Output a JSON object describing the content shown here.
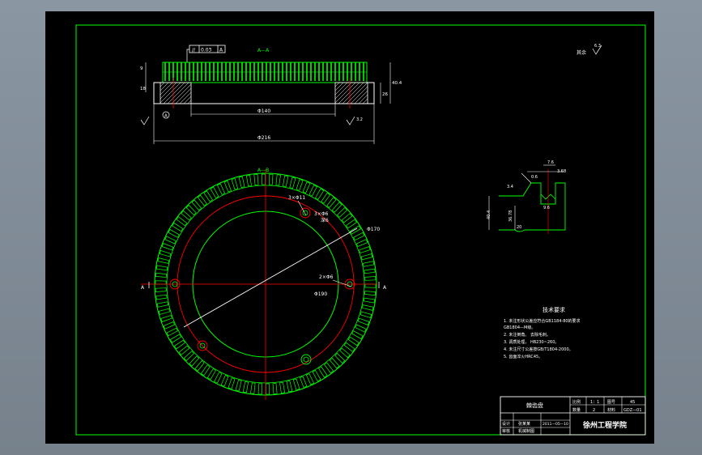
{
  "colors": {
    "background": "#000000",
    "border": "#00ff00",
    "outline": "#ffffff",
    "teeth": "#00ff00",
    "centerline": "#ff0000",
    "dimension": "#ffffff"
  },
  "section_view": {
    "section_label": "A—A",
    "tolerance_frame": [
      "//",
      "0.03",
      "A"
    ],
    "dim_inner": "Φ140",
    "dim_outer": "Φ216",
    "datum": "A",
    "dim_left_top": "9",
    "dim_left_mid": "18",
    "dim_right_a": "26",
    "dim_right_b": "40.4",
    "roughness": "3.2"
  },
  "plan_view": {
    "view_label": "A—B",
    "hole_note_1": "3×Φ11",
    "hole_note_2": "3×Φ6",
    "hole_note_3": "深6",
    "dim_pitch_circle": "Φ170",
    "dim_inner_1": "2×Φ6",
    "dim_inner_2": "Φ190",
    "cut_left": "A",
    "cut_right": "A"
  },
  "tooth_detail": {
    "dim_a": "7.6",
    "dim_b": "3.68",
    "dim_c": "9.6",
    "dim_d": "40.4",
    "dim_e": "36.78",
    "dim_f": "3.4",
    "dim_g": "20",
    "dim_h": "0.6"
  },
  "corner_note": {
    "text": "其余",
    "roughness": "6.3"
  },
  "tech_requirements": {
    "title": "技术要求",
    "items": [
      "1. 未注形状公差应符合GB1184-80的要求",
      "   GB1804—M级。",
      "2. 未注倒角。 去除毛刺。",
      "3. 调质处理， HB230~260。",
      "4. 未注尺寸公差按GB/T1804-2000。",
      "5. 齿面淬火HRC45。"
    ]
  },
  "title_block": {
    "part_name": "棘齿盘",
    "ratio_label": "比例",
    "ratio_value": "1：1",
    "qty_label": "数量",
    "qty_value": "2",
    "material_label": "材料",
    "material_value": "45",
    "drawing_no_label": "图号",
    "drawing_no_value": "GDZ—01",
    "designer_label": "设计",
    "designer_value": "张某某",
    "check_label": "审核",
    "check_value": "机械制图",
    "date_value": "2011—05—10",
    "school": "徐州工程学院"
  }
}
